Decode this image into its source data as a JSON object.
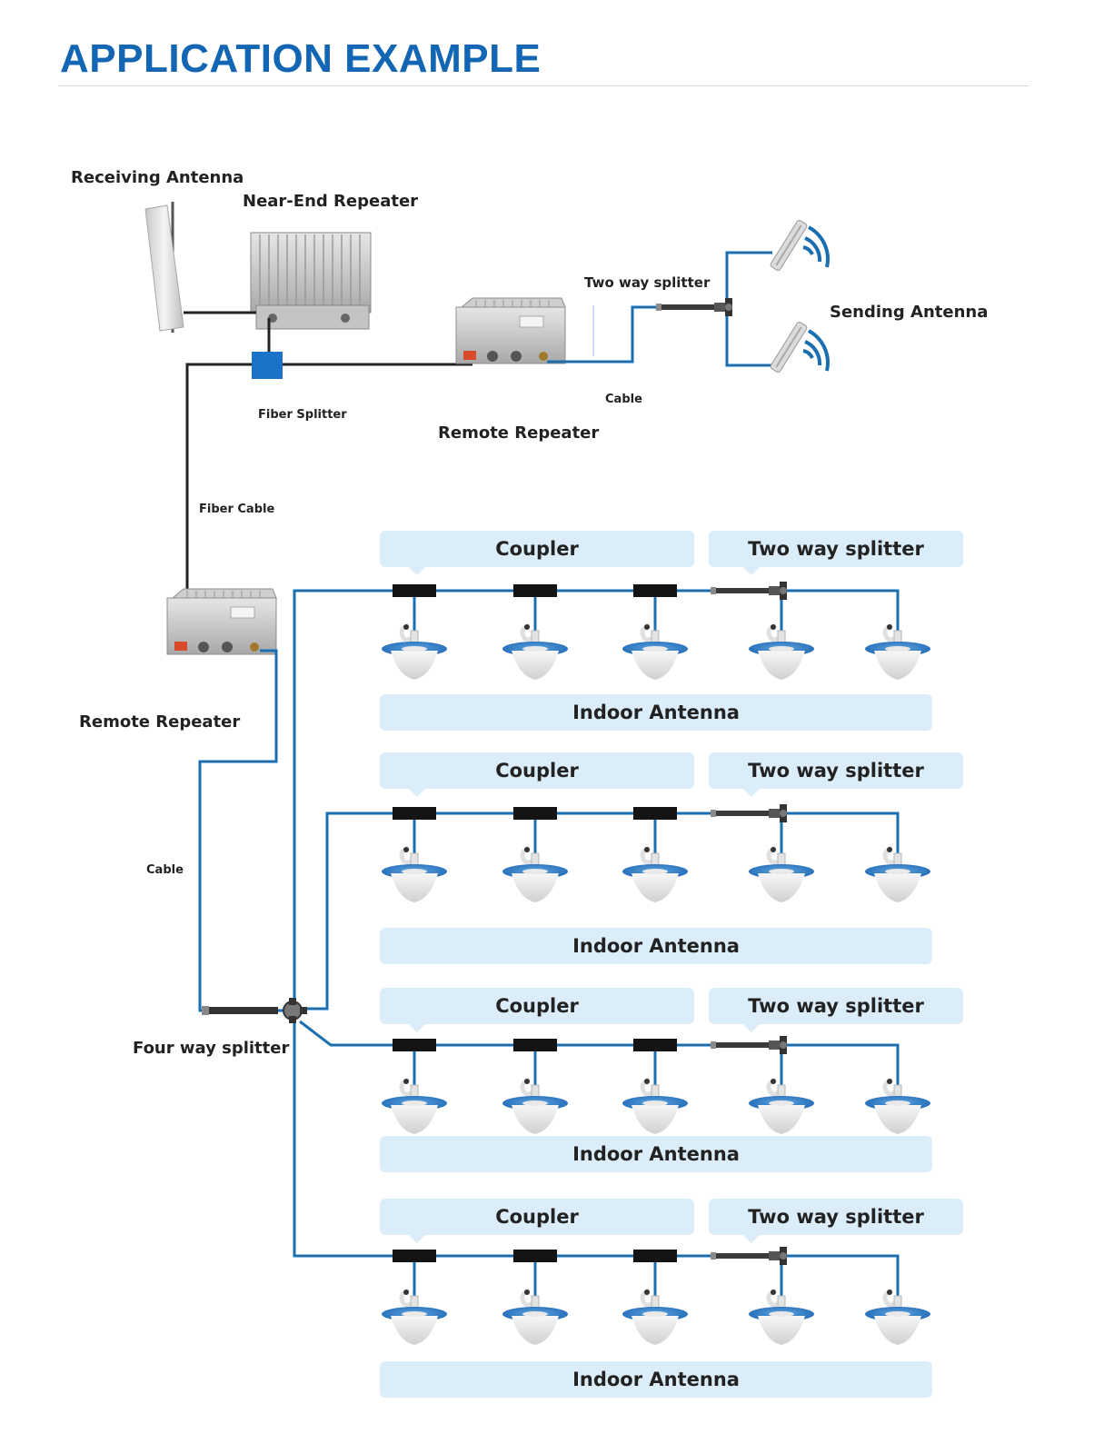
{
  "page": {
    "title": "APPLICATION EXAMPLE"
  },
  "labels": {
    "receiving_antenna": "Receiving Antenna",
    "near_end_repeater": "Near-End Repeater",
    "fiber_splitter": "Fiber Splitter",
    "remote_repeater_top": "Remote Repeater",
    "two_way_splitter_top": "Two way splitter",
    "sending_antenna": "Sending Antenna",
    "cable_top": "Cable",
    "fiber_cable": "Fiber Cable",
    "remote_repeater_left": "Remote Repeater",
    "cable_left": "Cable",
    "four_way_splitter": "Four way splitter"
  },
  "floors": [
    {
      "coupler": "Coupler",
      "splitter": "Two way splitter",
      "indoor": "Indoor Antenna"
    },
    {
      "coupler": "Coupler",
      "splitter": "Two way splitter",
      "indoor": "Indoor Antenna"
    },
    {
      "coupler": "Coupler",
      "splitter": "Two way splitter",
      "indoor": "Indoor Antenna"
    },
    {
      "coupler": "Coupler",
      "splitter": "Two way splitter",
      "indoor": "Indoor Antenna"
    }
  ],
  "colors": {
    "accent": "#1366b3",
    "cable": "#1a6fb0",
    "banner": "#dcedfa",
    "fiber": "#222222"
  }
}
